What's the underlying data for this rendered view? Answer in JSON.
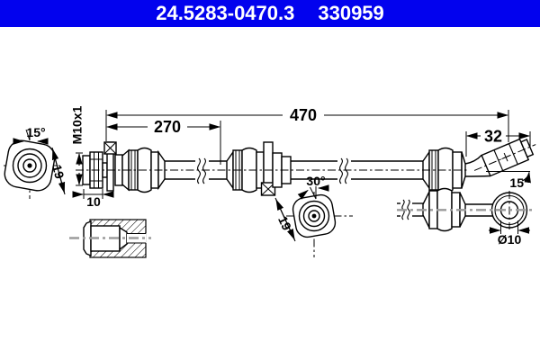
{
  "header": {
    "part_number": "24.5283-0470.3",
    "ref_number": "330959",
    "bg_color": "#0202ee",
    "text_color": "#ffffff"
  },
  "dimensions": {
    "total_length": "470",
    "first_segment": "270",
    "right_offset": "32",
    "thread_spec": "M10x1",
    "left_fitting_angle": "15°",
    "left_fitting_width": "19",
    "left_fitting_length": "10",
    "mid_fitting_angle": "30°",
    "mid_fitting_width": "19",
    "right_fitting_angle": "15°",
    "banjo_bore": "Ø10"
  },
  "drawing": {
    "line_color": "#000000",
    "centerline_color": "#9b9b9b",
    "background": "#ffffff",
    "subject": "brake-hose-technical-drawing"
  }
}
